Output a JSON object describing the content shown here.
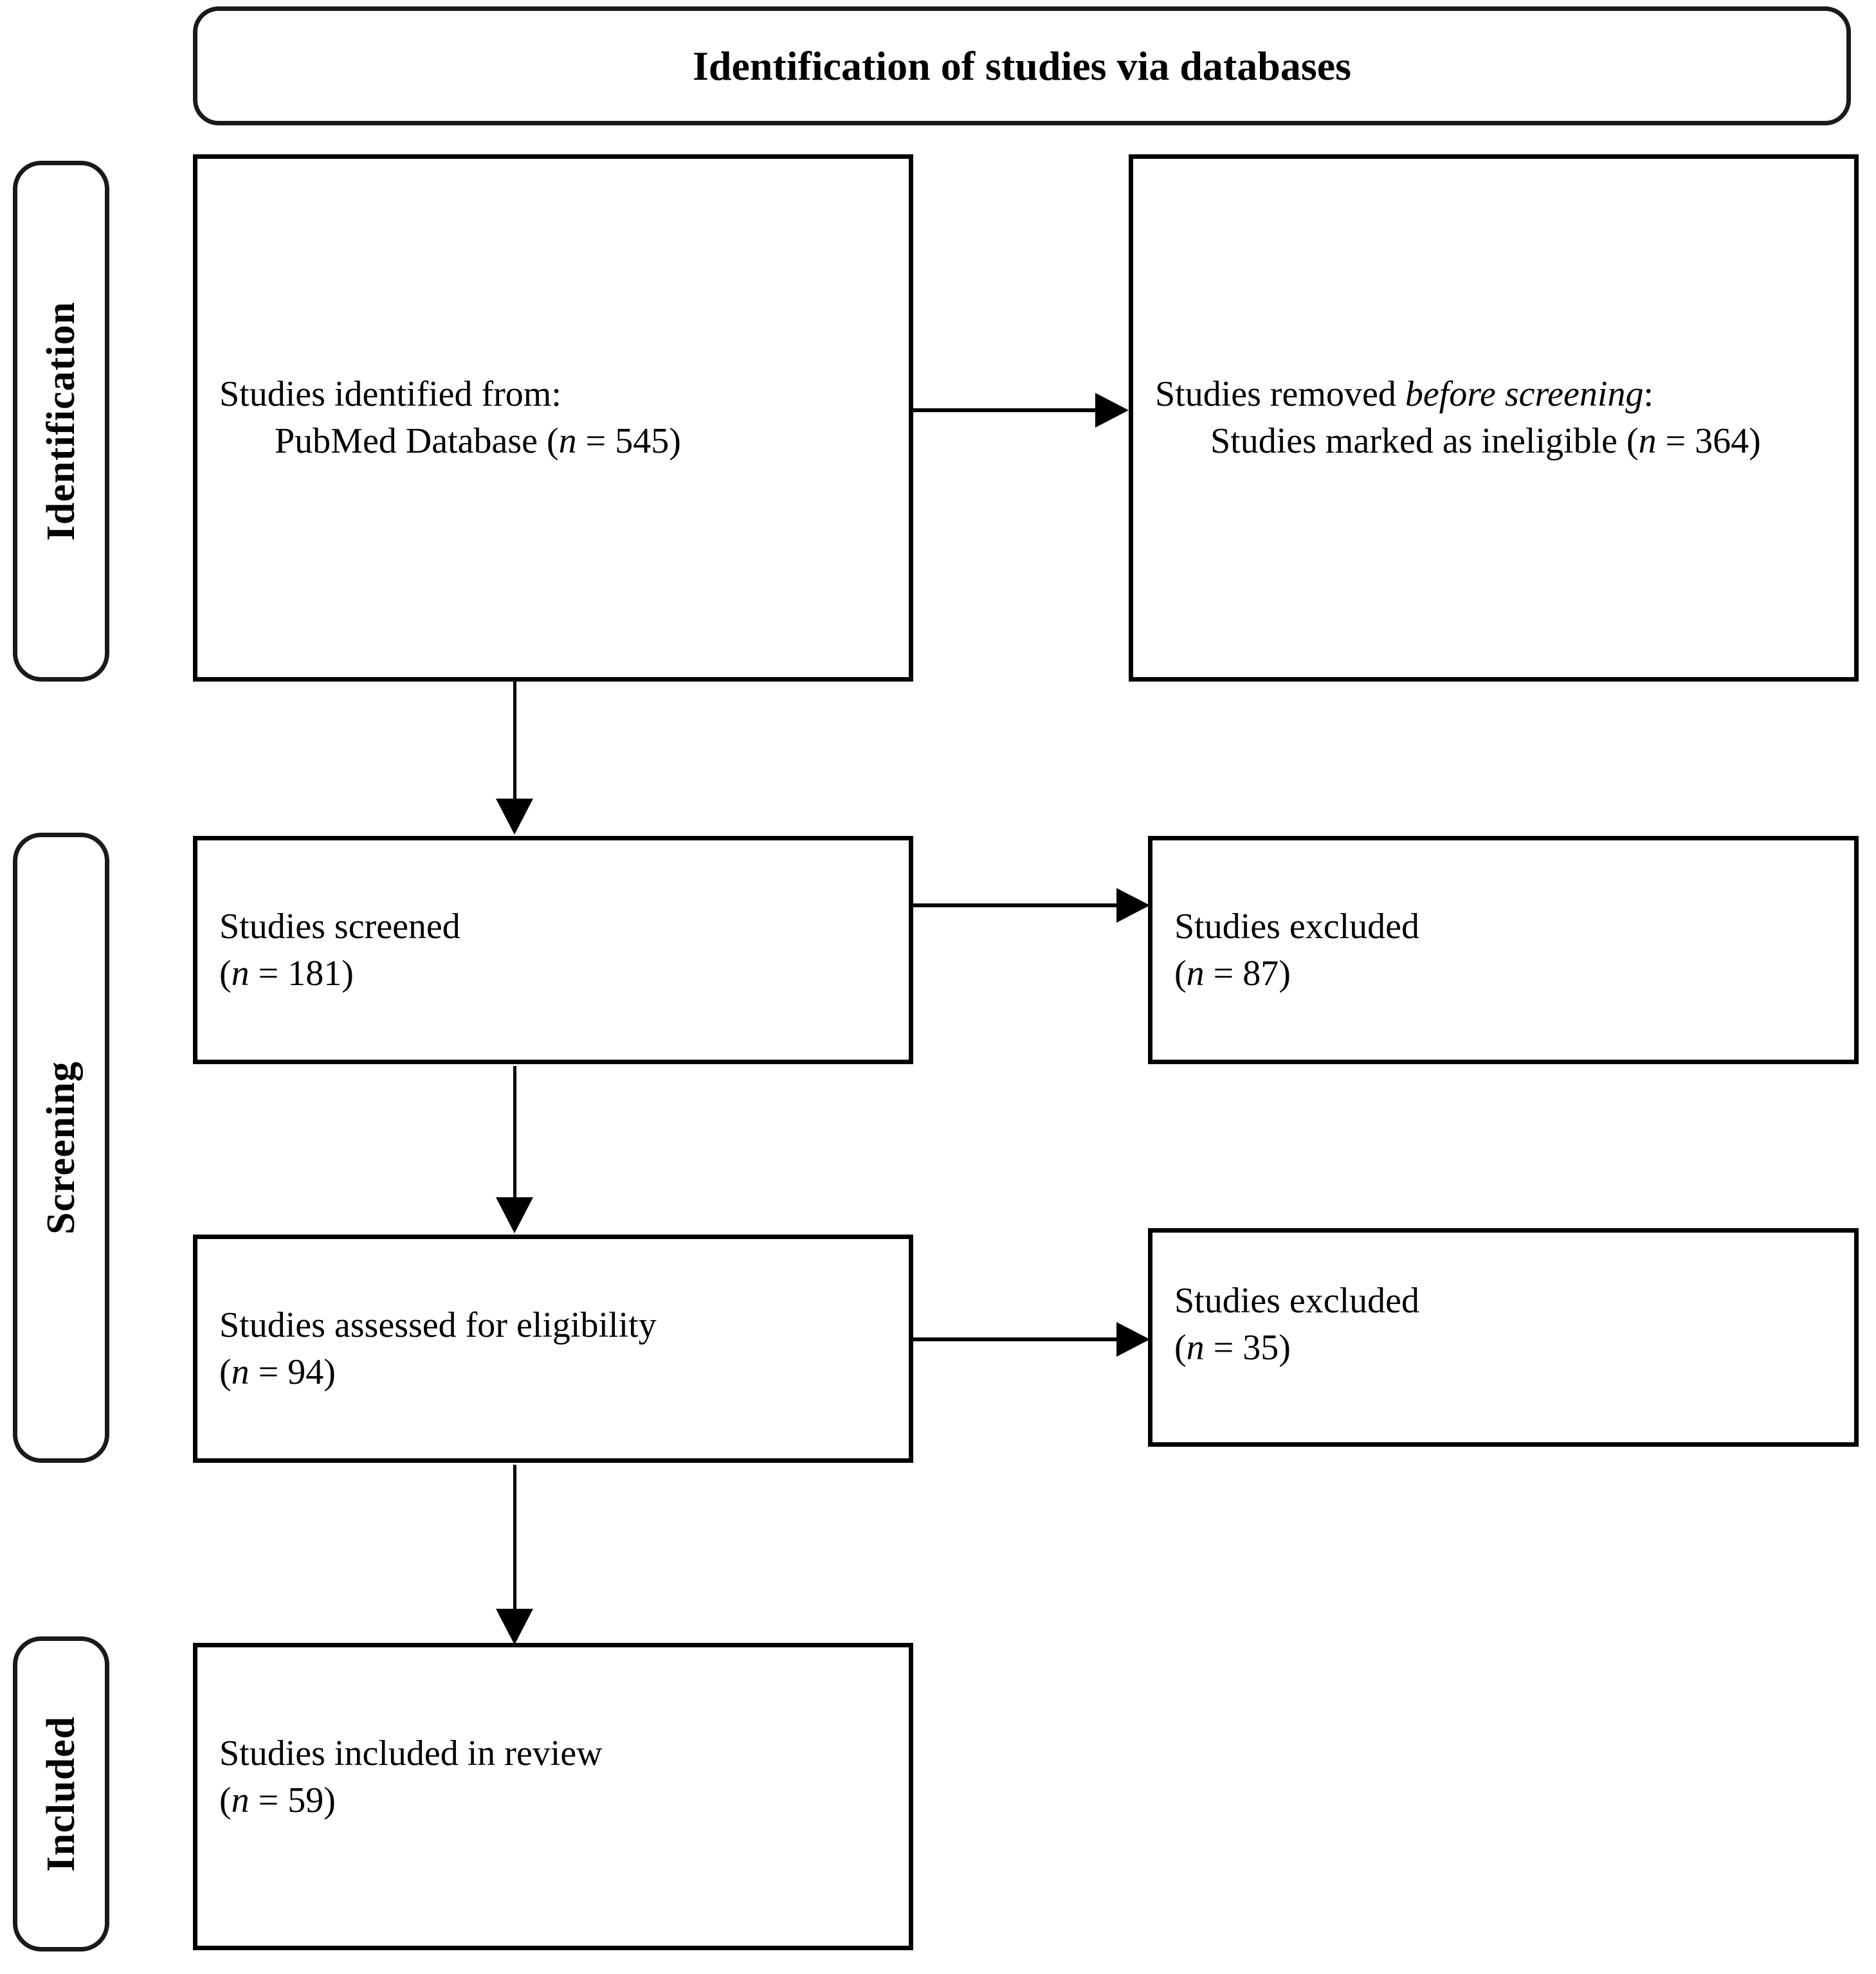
{
  "diagram": {
    "type": "prisma-flow-diagram",
    "banner": {
      "title": "Identification of studies via databases"
    },
    "phases": [
      {
        "id": "identification",
        "label": "Identification"
      },
      {
        "id": "screening",
        "label": "Screening"
      },
      {
        "id": "included",
        "label": "Included"
      }
    ],
    "nodes": {
      "identified": {
        "line1": "Studies identified from:",
        "line2_prefix": "PubMed Database (",
        "line2_italic": "n",
        "line2_suffix": " = 545)"
      },
      "removed": {
        "line1_prefix": "Studies removed ",
        "line1_italic": "before screening",
        "line1_suffix": ":",
        "line2_prefix": "Studies marked as ineligible (",
        "line2_italic": "n",
        "line2_suffix": " = 364)"
      },
      "screened": {
        "line1": "Studies screened",
        "line2_prefix": "(",
        "line2_italic": "n",
        "line2_suffix": " = 181)"
      },
      "excluded_screening": {
        "line1": "Studies excluded",
        "line2_prefix": "(",
        "line2_italic": "n",
        "line2_suffix": " = 87)"
      },
      "eligibility": {
        "line1": "Studies assessed for eligibility",
        "line2_prefix": "(",
        "line2_italic": "n",
        "line2_suffix": " = 94)"
      },
      "excluded_eligibility": {
        "line1": "Studies excluded",
        "line2_prefix": "(",
        "line2_italic": "n",
        "line2_suffix": " = 35)"
      },
      "included_review": {
        "line1": "Studies included in review",
        "line2_prefix": "(",
        "line2_italic": "n",
        "line2_suffix": " = 59)"
      }
    },
    "counts": {
      "identified_pubmed": 545,
      "removed_ineligible": 364,
      "screened": 181,
      "excluded_after_screening": 87,
      "assessed_for_eligibility": 94,
      "excluded_after_eligibility": 35,
      "included_in_review": 59
    },
    "colors": {
      "stroke": "#000000",
      "rail_stroke": "#1a1a1a",
      "background": "#ffffff",
      "text": "#000000"
    }
  }
}
